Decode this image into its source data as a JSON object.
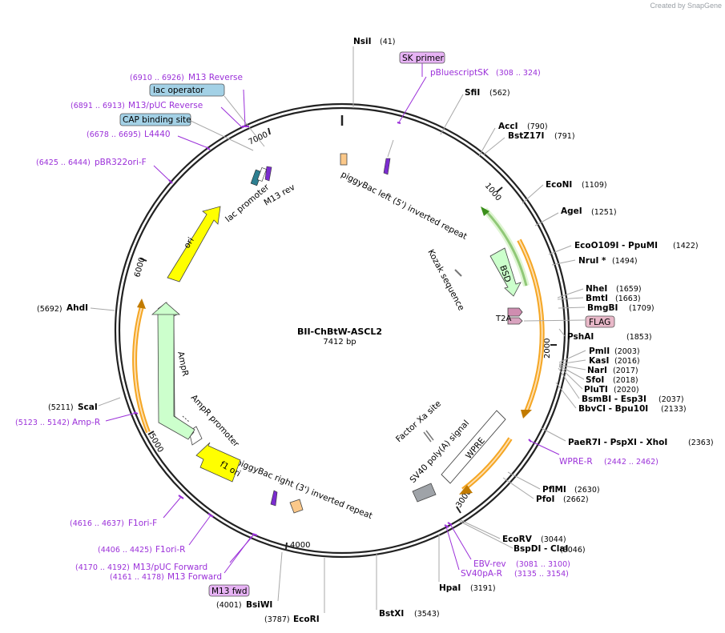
{
  "watermark": "Created by SnapGene",
  "plasmid": {
    "name": "BII-ChBtW-ASCL2",
    "length_label": "7412 bp"
  },
  "colors": {
    "site_line": "#a8a8a8",
    "primer": "#9b30d9",
    "ori": "#ffff00",
    "ampr": "#ccffcc",
    "orange": "#f5a623",
    "green": "#3a8f1a",
    "blue_box": "#a3d1e6",
    "purple_box": "#e7b3f5",
    "pink_box": "#e8b8c8"
  },
  "ticks": [
    {
      "label": "1000"
    },
    {
      "label": "2000"
    },
    {
      "label": "3000"
    },
    {
      "label": "4000"
    },
    {
      "label": "5000"
    },
    {
      "label": "6000"
    },
    {
      "label": "7000"
    }
  ],
  "sites": [
    {
      "name": "NsiI",
      "pos": "(41)"
    },
    {
      "name": "SfiI",
      "pos": "(562)"
    },
    {
      "name": "AccI",
      "pos": "(790)"
    },
    {
      "name": "BstZ17I",
      "pos": "(791)"
    },
    {
      "name": "EcoNI",
      "pos": "(1109)"
    },
    {
      "name": "AgeI",
      "pos": "(1251)"
    },
    {
      "name": "EcoO109I - PpuMI",
      "pos": "(1422)"
    },
    {
      "name": "NruI *",
      "pos": "(1494)"
    },
    {
      "name": "NheI",
      "pos": "(1659)"
    },
    {
      "name": "BmtI",
      "pos": "(1663)"
    },
    {
      "name": "BmgBI",
      "pos": "(1709)"
    },
    {
      "name": "PshAI",
      "pos": "(1853)"
    },
    {
      "name": "PmlI",
      "pos": "(2003)"
    },
    {
      "name": "KasI",
      "pos": "(2016)"
    },
    {
      "name": "NarI",
      "pos": "(2017)"
    },
    {
      "name": "SfoI",
      "pos": "(2018)"
    },
    {
      "name": "PluTI",
      "pos": "(2020)"
    },
    {
      "name": "BsmBI - Esp3I",
      "pos": "(2037)"
    },
    {
      "name": "BbvCI - Bpu10I",
      "pos": "(2133)"
    },
    {
      "name": "PaeR7I - PspXI - XhoI",
      "pos": "(2363)"
    },
    {
      "name": "PflMI",
      "pos": "(2630)"
    },
    {
      "name": "PfoI",
      "pos": "(2662)"
    },
    {
      "name": "EcoRV",
      "pos": "(3044)"
    },
    {
      "name": "BspDI - ClaI",
      "pos": "(3046)"
    },
    {
      "name": "HpaI",
      "pos": "(3191)"
    },
    {
      "name": "BstXI",
      "pos": "(3543)"
    },
    {
      "name": "EcoRI",
      "pos": "(3787)"
    },
    {
      "name": "BsiWI",
      "pos": "(4001)"
    },
    {
      "name": "ScaI",
      "pos": "(5211)"
    },
    {
      "name": "AhdI",
      "pos": "(5692)"
    }
  ],
  "primers": [
    {
      "name": "pBluescriptSK",
      "range": "(308 .. 324)"
    },
    {
      "name": "WPRE-R",
      "range": "(2442 .. 2462)"
    },
    {
      "name": "EBV-rev",
      "range": "(3081 .. 3100)"
    },
    {
      "name": "SV40pA-R",
      "range": "(3135 .. 3154)"
    },
    {
      "name": "M13/pUC Forward",
      "range": "(4170 .. 4192)"
    },
    {
      "name": "M13 Forward",
      "range": "(4161 .. 4178)"
    },
    {
      "name": "F1ori-R",
      "range": "(4406 .. 4425)"
    },
    {
      "name": "F1ori-F",
      "range": "(4616 .. 4637)"
    },
    {
      "name": "Amp-R",
      "range": "(5123 .. 5142)"
    },
    {
      "name": "pBR322ori-F",
      "range": "(6425 .. 6444)"
    },
    {
      "name": "L4440",
      "range": "(6678 .. 6695)"
    },
    {
      "name": "M13/pUC Reverse",
      "range": "(6891 .. 6913)"
    },
    {
      "name": "M13 Reverse",
      "range": "(6910 .. 6926)"
    }
  ],
  "boxed_labels": [
    {
      "text": "SK primer"
    },
    {
      "text": "FLAG"
    },
    {
      "text": "M13 fwd"
    },
    {
      "text": "lac operator"
    },
    {
      "text": "CAP binding site"
    }
  ],
  "features": {
    "piggybac_left": "piggyBac left (5') inverted repeat",
    "kozak": "Kozak sequence",
    "bsd": "BSD",
    "t2a": "T2A",
    "factor_xa": "Factor Xa site",
    "wpre": "WPRE",
    "sv40": "SV40 poly(A) signal",
    "piggybac_right": "piggyBac right (3') inverted repeat",
    "f1ori": "f1 ori",
    "ampr_promoter": "AmpR promoter",
    "ampr": "AmpR",
    "ori": "ori",
    "lac_promoter": "lac promoter",
    "m13rev": "M13 rev"
  }
}
